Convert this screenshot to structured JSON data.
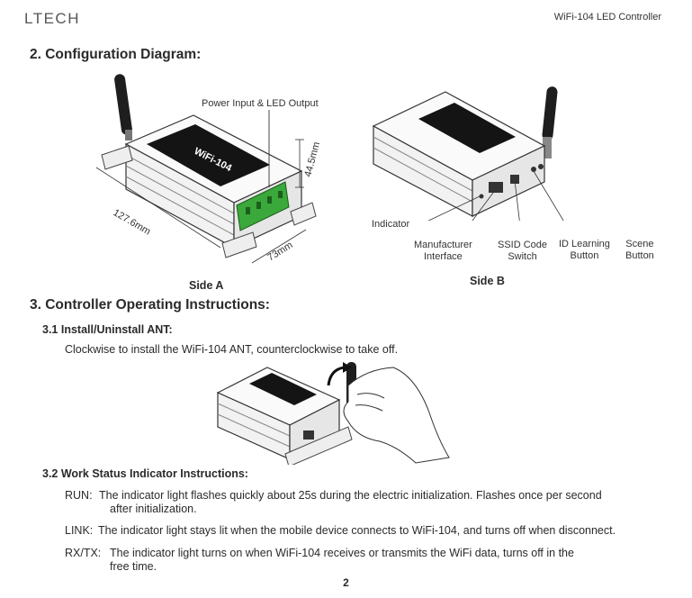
{
  "header": {
    "logo_text": "LTECH",
    "doc_title": "WiFi-104 LED Controller"
  },
  "section2": {
    "title": "2.  Configuration Diagram:",
    "side_a": {
      "label": "Side A",
      "power_label": "Power Input & LED Output",
      "dim_length": "127.6mm",
      "dim_width": "73mm",
      "dim_height": "44.5mm",
      "device_text": "WiFi-104"
    },
    "side_b": {
      "label": "Side B",
      "indicator": "Indicator",
      "manufacturer_1": "Manufacturer",
      "manufacturer_2": "Interface",
      "ssid_1": "SSID Code",
      "ssid_2": "Switch",
      "idlearn_1": "ID Learning",
      "idlearn_2": "Button",
      "scene_1": "Scene",
      "scene_2": "Button"
    }
  },
  "section3": {
    "title": "3.  Controller Operating Instructions:",
    "sub31": {
      "title": "3.1  Install/Uninstall ANT:",
      "text": "Clockwise to install the WiFi-104 ANT, counterclockwise to take off."
    },
    "sub32": {
      "title": "3.2  Work Status Indicator Instructions:",
      "items": [
        {
          "key": "RUN:",
          "line1": "The indicator light flashes quickly about 25s during the electric initialization. Flashes once per second",
          "line2": "after initialization."
        },
        {
          "key": "LINK:",
          "line1": "The indicator light stays lit when the mobile device connects to WiFi-104, and turns off when disconnect.",
          "line2": ""
        },
        {
          "key": "RX/TX:",
          "line1": "The indicator light turns on when WiFi-104 receives or transmits the WiFi data, turns off in the",
          "line2": "free time."
        }
      ]
    }
  },
  "footer": {
    "page_number": "2"
  }
}
